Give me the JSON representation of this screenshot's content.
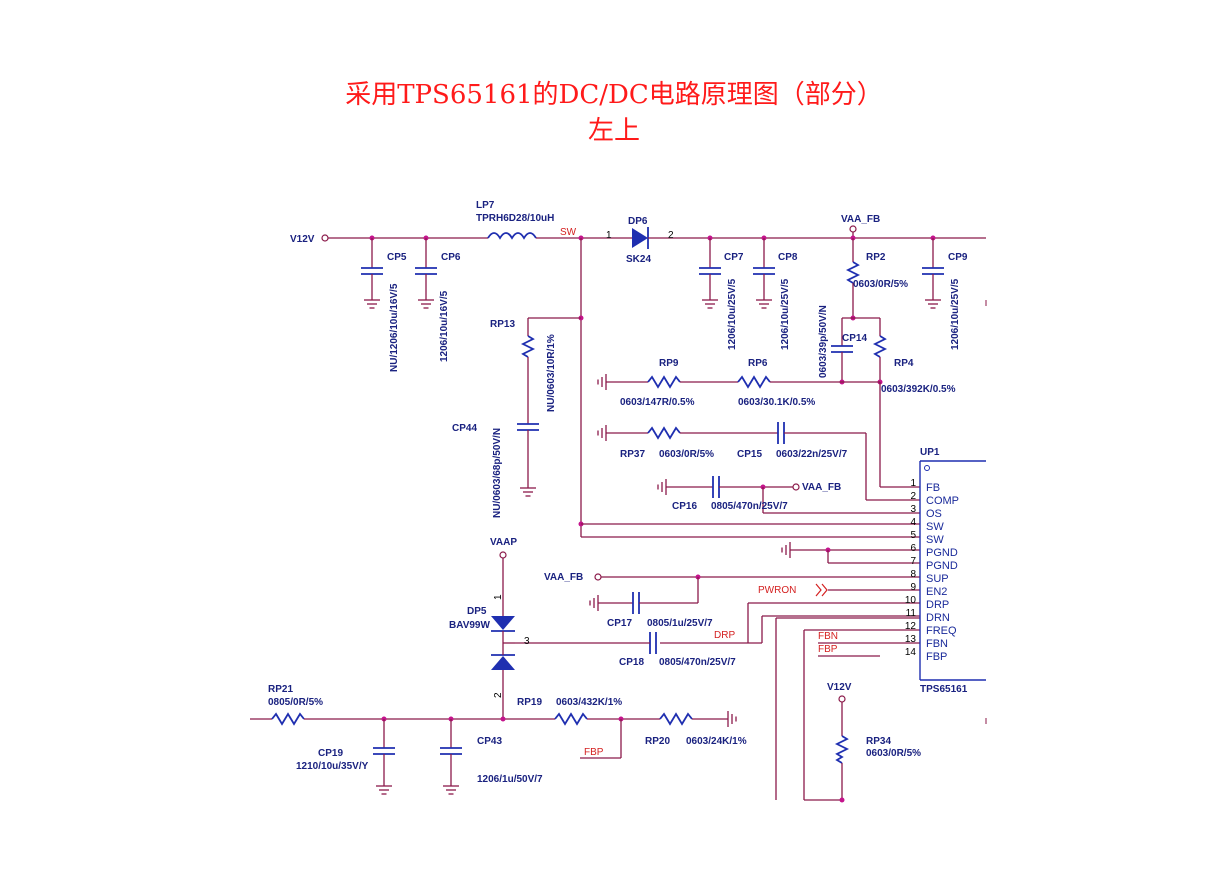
{
  "title_line1": "采用TPS65161的DC/DC电路原理图（部分）",
  "title_line2": "左上",
  "labels": {
    "lp7": "LP7",
    "lp7_val": "TPRH6D28/10uH",
    "v12v": "V12V",
    "sw": "SW",
    "dp6": "DP6",
    "dp6_val": "SK24",
    "pin1": "1",
    "pin2": "2",
    "vaa_fb": "VAA_FB",
    "cp5": "CP5",
    "cp6": "CP6",
    "cp5_val": "NU/1206/10u/16V/5",
    "cp6_val": "1206/10u/16V/5",
    "cp7": "CP7",
    "cp8": "CP8",
    "cp7_val": "1206/10u/25V/5",
    "cp8_val": "1206/10u/25V/5",
    "rp2": "RP2",
    "rp2_val": "0603/0R/5%",
    "cp9": "CP9",
    "cp9_val": "1206/10u/25V/5",
    "rp13": "RP13",
    "rp13_val": "NU/0603/10R/1%",
    "cp14": "CP14",
    "cp14_val": "0603/39p/50V/N",
    "rp4": "RP4",
    "rp4_val": "0603/392K/0.5%",
    "rp9": "RP9",
    "rp9_val": "0603/147R/0.5%",
    "rp6": "RP6",
    "rp6_val": "0603/30.1K/0.5%",
    "cp44": "CP44",
    "cp44_val": "NU/0603/68p/50V/N",
    "rp37": "RP37",
    "rp37_val": "0603/0R/5%",
    "cp15": "CP15",
    "cp15_val": "0603/22n/25V/7",
    "up1": "UP1",
    "cp16": "CP16",
    "cp16_val": "0805/470n/25V/7",
    "vaa_fb2": "VAA_FB",
    "vaap": "VAAP",
    "vaa_fb3": "VAA_FB",
    "pwron": "PWRON",
    "dp5": "DP5",
    "dp5_val": "BAV99W",
    "cp17": "CP17",
    "cp17_val": "0805/1u/25V/7",
    "drp": "DRP",
    "cp18": "CP18",
    "cp18_val": "0805/470n/25V/7",
    "fbn": "FBN",
    "fbp": "FBP",
    "fbp2": "FBP",
    "v12v2": "V12V",
    "tps": "TPS65161",
    "rp21": "RP21",
    "rp21_val": "0805/0R/5%",
    "rp19": "RP19",
    "rp19_val": "0603/432K/1%",
    "cp19": "CP19",
    "cp19_val": "1210/10u/35V/Y",
    "cp43": "CP43",
    "cp43_val": "1206/1u/50V/7",
    "rp20": "RP20",
    "rp20_val": "0603/24K/1%",
    "rp34": "RP34",
    "rp34_val": "0603/0R/5%",
    "dp5_pin1": "1",
    "dp5_pin2": "2",
    "dp5_pin3": "3"
  },
  "ic_pins": [
    {
      "num": "1",
      "name": "FB"
    },
    {
      "num": "2",
      "name": "COMP"
    },
    {
      "num": "3",
      "name": "OS"
    },
    {
      "num": "4",
      "name": "SW"
    },
    {
      "num": "5",
      "name": "SW"
    },
    {
      "num": "6",
      "name": "PGND"
    },
    {
      "num": "7",
      "name": "PGND"
    },
    {
      "num": "8",
      "name": "SUP"
    },
    {
      "num": "9",
      "name": "EN2"
    },
    {
      "num": "10",
      "name": "DRP"
    },
    {
      "num": "11",
      "name": "DRN"
    },
    {
      "num": "12",
      "name": "FREQ"
    },
    {
      "num": "13",
      "name": "FBN"
    },
    {
      "num": "14",
      "name": "FBP"
    }
  ]
}
